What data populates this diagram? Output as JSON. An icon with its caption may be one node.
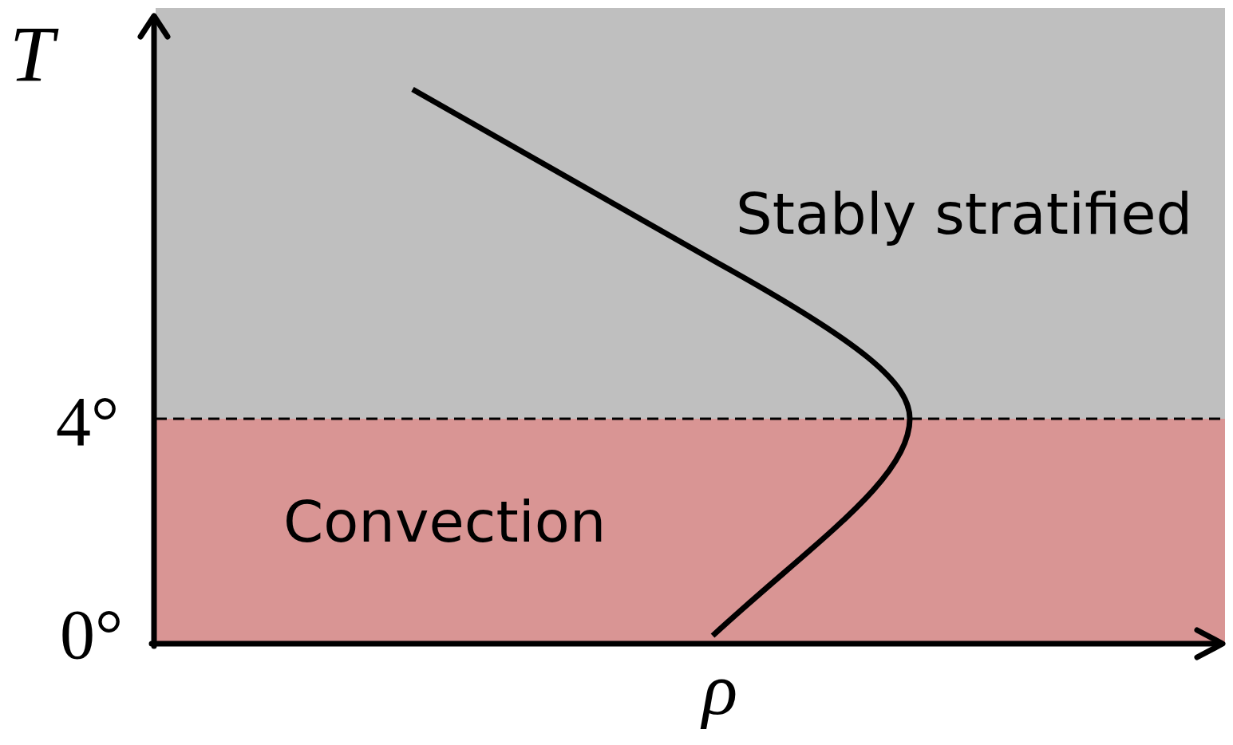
{
  "diagram": {
    "labels": [
      "T",
      "Stably stratified",
      "4°",
      "Convection",
      "0°",
      "ρ"
    ]
  }
}
